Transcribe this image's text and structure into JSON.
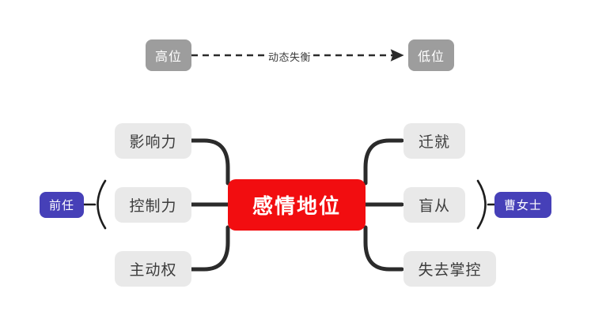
{
  "diagram": {
    "title_node": {
      "label": "感情地位"
    },
    "top_flow": {
      "from": {
        "label": "高位"
      },
      "to": {
        "label": "低位"
      },
      "edge_label": "动态失衡",
      "arrow": "dashed-arrow-right"
    },
    "left_person": {
      "label": "前任"
    },
    "right_person": {
      "label": "曹女士"
    },
    "left_branches": [
      {
        "label": "影响力"
      },
      {
        "label": "控制力"
      },
      {
        "label": "主动权"
      }
    ],
    "right_branches": [
      {
        "label": "迁就"
      },
      {
        "label": "盲从"
      },
      {
        "label": "失去掌控"
      }
    ],
    "braces": {
      "left": "(",
      "right": ")"
    },
    "colors": {
      "background": "#ffffff",
      "center_fill": "#f20d10",
      "center_text": "#ffffff",
      "branch_fill": "#e9e9e9",
      "branch_text": "#3c3c3c",
      "state_fill": "#9d9d9d",
      "state_text": "#ffffff",
      "person_fill": "#4640b8",
      "person_text": "#ffffff",
      "connector": "#2b2b2b"
    }
  }
}
